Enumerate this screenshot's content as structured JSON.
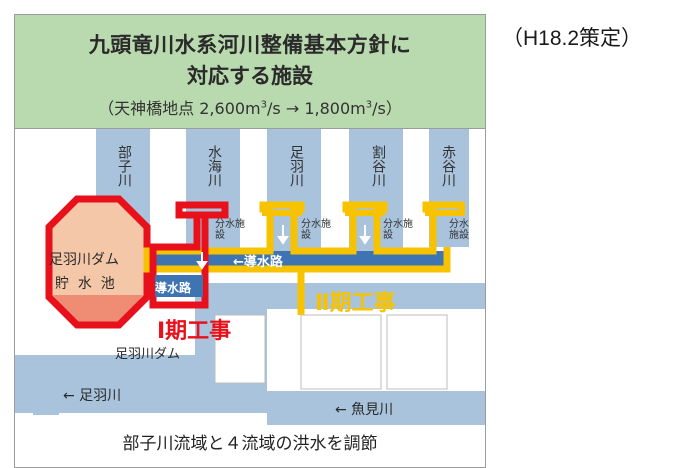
{
  "header": {
    "title_line1": "九頭竜川水系河川整備基本方針に",
    "title_line2": "対応する施設",
    "subtitle_pre": "（天神橋地点 2,600m",
    "subtitle_mid": "/s → 1,800m",
    "subtitle_post": "/s）",
    "superscript": "3"
  },
  "side_note": "（H18.2策定）",
  "rivers": {
    "heko": "部子川",
    "mizumi": "水海川",
    "asuwa_upper": "足羽川",
    "wariya": "割谷川",
    "akaya": "赤谷川"
  },
  "facilities": {
    "diversion": "分水施設"
  },
  "labels": {
    "dam_reservoir_line1": "足羽川ダム",
    "dam_reservoir_line2": "貯  水  池",
    "headrace_left": "導水路",
    "headrace_right": "←導水路",
    "phase1": "Ⅰ期工事",
    "phase2": "Ⅱ期工事",
    "dam": "足羽川ダム",
    "asuwa_river": "← 足羽川",
    "uomi_river": "← 魚見川"
  },
  "footer": "部子川流域と４流域の洪水を調節",
  "colors": {
    "header_bg": "#b9d9ae",
    "river": "#a9c3dc",
    "headrace": "#3f74b3",
    "phase1": "#e8111b",
    "phase2": "#f7c300",
    "reservoir_fill": "#f4c7a8",
    "reservoir_bottom": "#ee8d73"
  }
}
